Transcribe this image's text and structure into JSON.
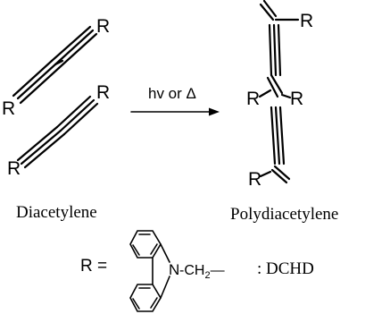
{
  "substituent_symbol": "R",
  "reactant": {
    "label": "Diacetylene"
  },
  "product": {
    "label": "Polydiacetylene"
  },
  "reaction": {
    "conditions": "hv or Δ"
  },
  "definition": {
    "lhs": "R =",
    "nitrogen": "N",
    "linker_prefix": "-CH",
    "linker_subscript": "2",
    "linker_suffix": "—",
    "name": ": DCHD"
  },
  "icons": [
    "reaction-arrow-icon",
    "carbazole-ring-icon"
  ]
}
